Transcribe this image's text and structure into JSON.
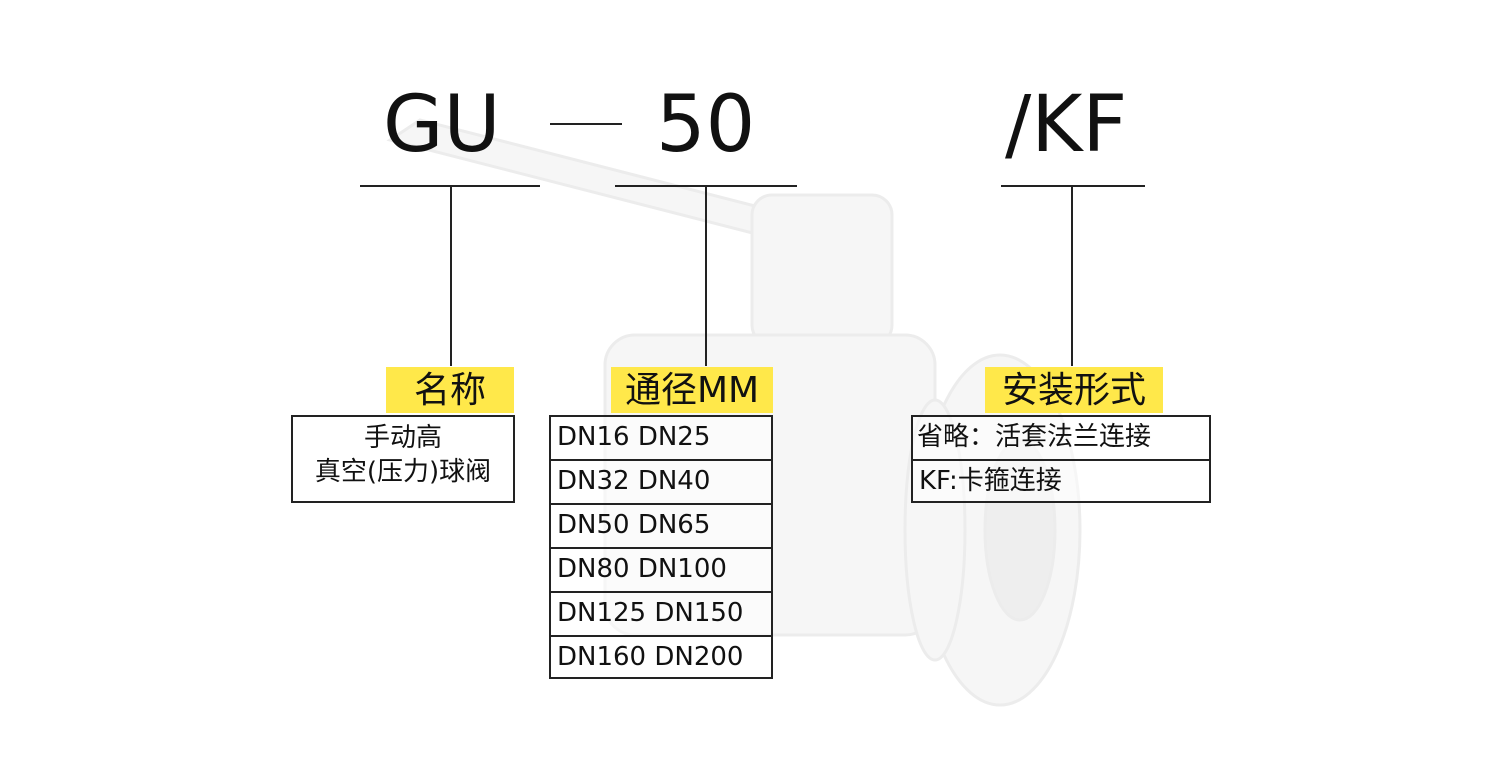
{
  "colors": {
    "highlight": "#ffe84a",
    "line": "#222222",
    "text": "#111111"
  },
  "code": {
    "part1": "GU",
    "dash": "—",
    "part2": "50",
    "part3": "/KF"
  },
  "name": {
    "label": "名称",
    "lines": [
      "手动高",
      "真空(压力)球阀"
    ]
  },
  "diameter": {
    "label": "通径MM",
    "rows": [
      "DN16 DN25",
      "DN32 DN40",
      "DN50 DN65",
      "DN80 DN100",
      "DN125 DN150",
      "DN160 DN200"
    ]
  },
  "install": {
    "label": "安装形式",
    "rows": [
      "省略：活套法兰连接",
      "KF:卡箍连接"
    ]
  }
}
